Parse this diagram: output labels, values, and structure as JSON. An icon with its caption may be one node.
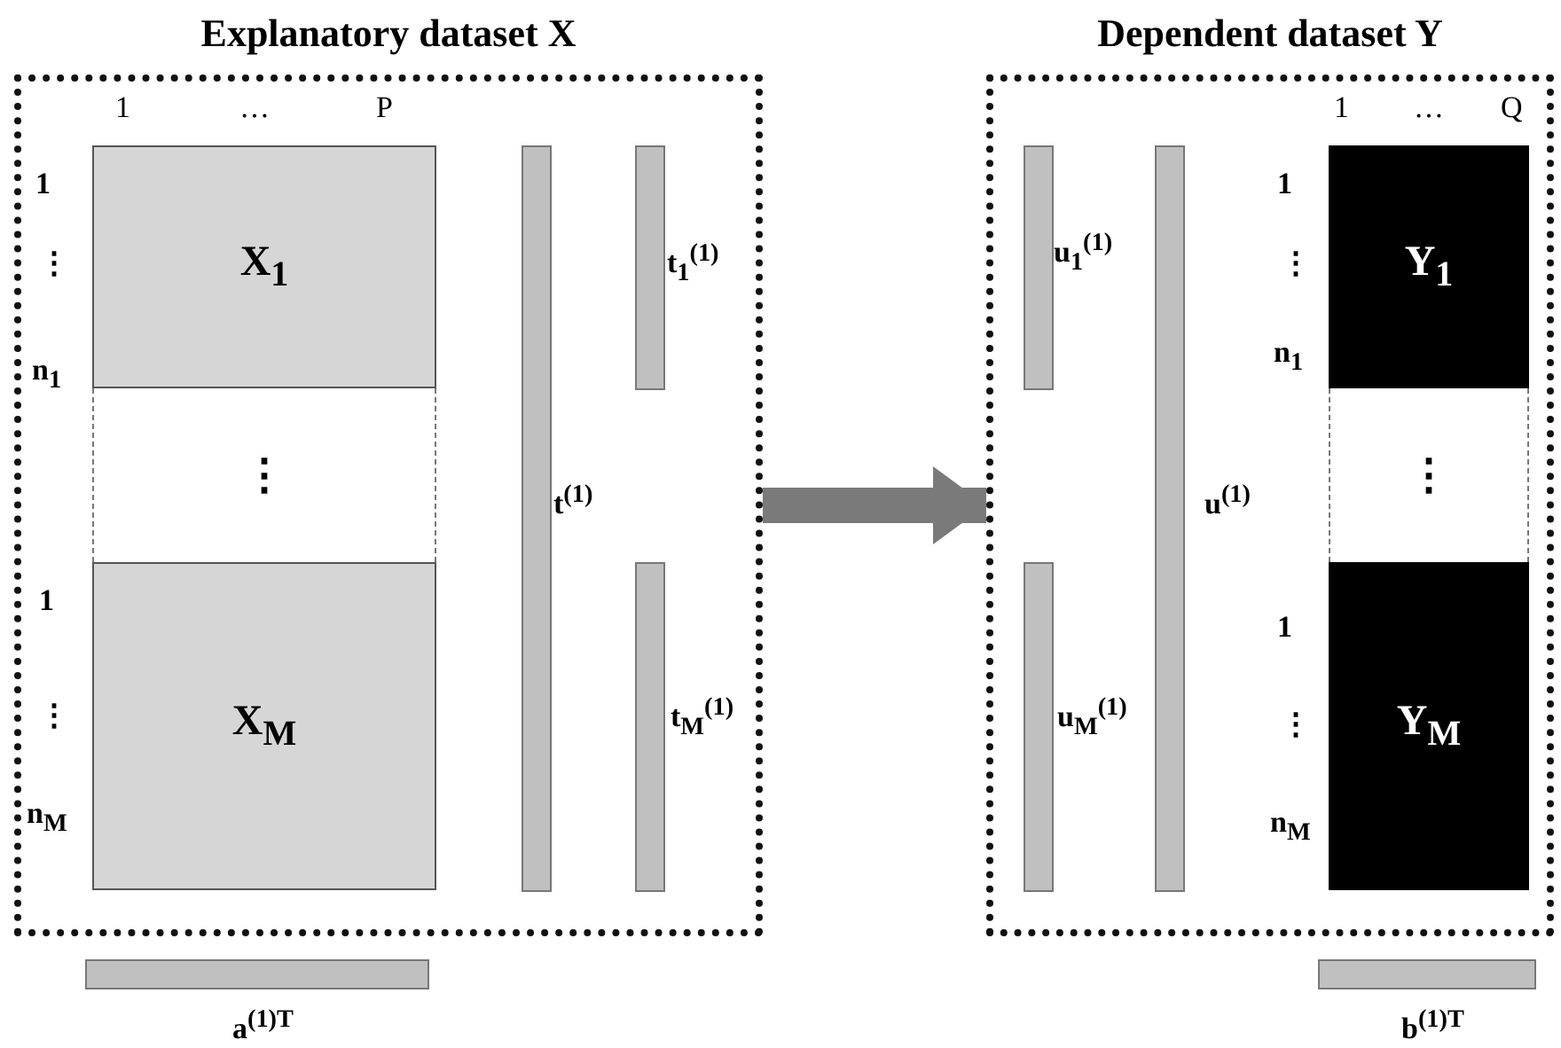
{
  "diagram": {
    "nodes": [
      {
        "text": [
          "Explanatory dataset X"
        ]
      },
      {
        "text": [
          "X$_{1}$"
        ],
        "in": 0
      },
      {
        "text": [
          "⋮"
        ],
        "in": 0
      },
      {
        "text": [
          "X$_{M}$"
        ],
        "in": 0
      },
      {
        "text": [],
        "shape": "bar",
        "in": 0,
        "beside": [
          "t$^{(1)}$"
        ]
      },
      {
        "text": [],
        "shape": "bar",
        "in": 0,
        "beside": [
          "t$_{1}$$^{(1)}$"
        ]
      },
      {
        "text": [],
        "shape": "bar",
        "in": 0,
        "beside": [
          "t$_{M}$$^{(1)}$"
        ]
      },
      {
        "text": [],
        "shape": "bar",
        "beside": [
          "a$^{(1)T}$"
        ]
      },
      {
        "text": [
          "Dependent dataset Y"
        ]
      },
      {
        "text": [],
        "shape": "bar",
        "in": 8,
        "beside": [
          "u$_{1}$$^{(1)}$"
        ]
      },
      {
        "text": [],
        "shape": "bar",
        "in": 8,
        "beside": [
          "u$_{M}$$^{(1)}$"
        ]
      },
      {
        "text": [],
        "shape": "bar",
        "in": 8,
        "beside": [
          "u$^{(1)}$"
        ]
      },
      {
        "text": [
          "Y$_{1}$"
        ],
        "in": 8
      },
      {
        "text": [
          "⋮"
        ],
        "in": 8
      },
      {
        "text": [
          "Y$_{M}$"
        ],
        "in": 8
      },
      {
        "text": [],
        "shape": "bar",
        "beside": [
          "b$^{(1)T}$"
        ]
      }
    ],
    "edges": [
      {
        "from": 0,
        "to": 8,
        "arrow": "to"
      }
    ],
    "labels": [
      "1",
      "…",
      "P",
      "1",
      "⋮",
      "n$_{1}$",
      "1",
      "⋮",
      "n$_{M}$",
      "1",
      "…",
      "Q",
      "1",
      "⋮",
      "n$_{1}$",
      "1",
      "⋮",
      "n$_{M}$"
    ]
  }
}
